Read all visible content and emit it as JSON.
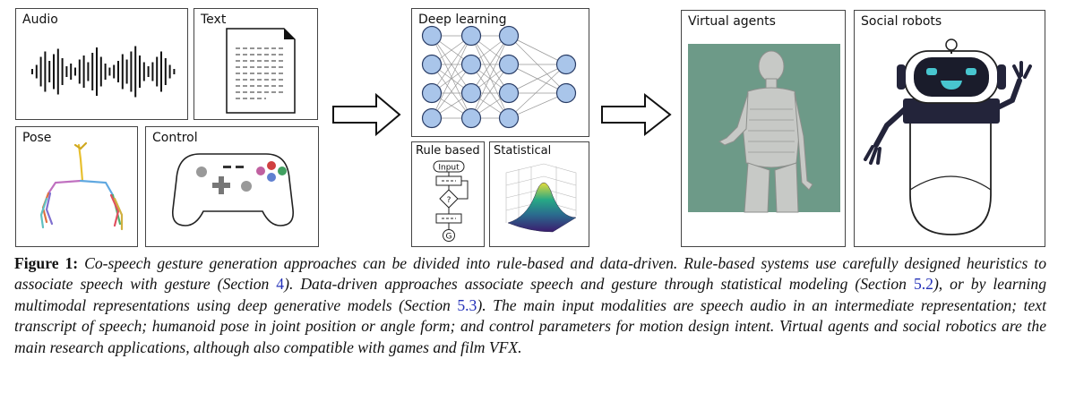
{
  "figure": {
    "panels": {
      "audio": "Audio",
      "text": "Text",
      "pose": "Pose",
      "control": "Control",
      "deep_learning": "Deep learning",
      "rule_based": "Rule based",
      "statistical": "Statistical",
      "virtual_agents": "Virtual agents",
      "social_robots": "Social robots"
    },
    "flowchart": {
      "input": "Input",
      "decision": "?",
      "goal": "G"
    },
    "colors": {
      "neuron_fill": "#a9c5ea",
      "neuron_stroke": "#2a3d66",
      "agent_bg": "#6d9a88",
      "robot_face": "#1a1c2b",
      "robot_eyes": "#48c6cf"
    },
    "icons": [
      "waveform-icon",
      "document-icon",
      "skeleton-icon",
      "gamepad-icon",
      "neural-network-icon",
      "flowchart-icon",
      "surface-plot-icon",
      "humanoid-icon",
      "robot-icon",
      "arrow-icon"
    ]
  },
  "caption": {
    "label": "Figure 1:",
    "parts": [
      {
        "t": " Co-speech gesture generation approaches can be divided into rule-based and data-driven. Rule-based systems use carefully designed heuristics to associate speech with gesture (Section "
      },
      {
        "t": "4",
        "ref": true
      },
      {
        "t": "). Data-driven approaches associate speech and gesture through statistical modeling (Section "
      },
      {
        "t": "5.2",
        "ref": true
      },
      {
        "t": "), or by learning multimodal representations using deep generative models (Section "
      },
      {
        "t": "5.3",
        "ref": true
      },
      {
        "t": "). The main input modalities are speech audio in an intermediate representation; text transcript of speech; humanoid pose in joint position or angle form; and control parameters for motion design intent. Virtual agents and social robotics are the main research applications, although also compatible with games and film VFX."
      }
    ]
  }
}
